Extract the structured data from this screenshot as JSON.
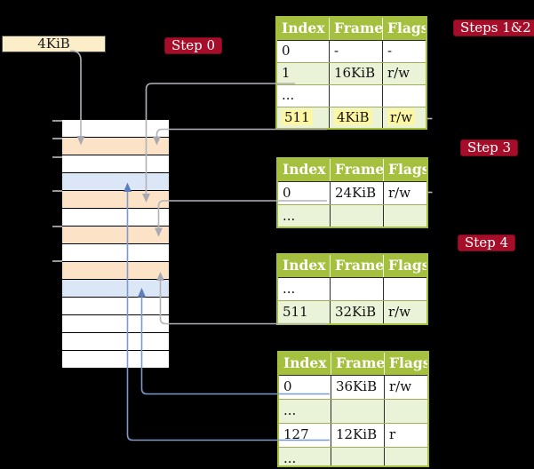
{
  "frame_box": {
    "label": "4KiB"
  },
  "badges": {
    "step0": "Step 0",
    "steps12": "Steps 1&2",
    "step3": "Step 3",
    "step4": "Step 4"
  },
  "table_headers": {
    "index": "Index",
    "frame": "Frame",
    "flags": "Flags"
  },
  "tables": {
    "t1": {
      "rows": [
        {
          "index": "0",
          "frame": "-",
          "flags": "-"
        },
        {
          "index": "1",
          "frame": "16KiB",
          "flags": "r/w"
        },
        {
          "index": "...",
          "frame": "",
          "flags": ""
        },
        {
          "index": "511",
          "frame": "4KiB",
          "flags": "r/w"
        }
      ],
      "highlighted_row": "511"
    },
    "t2": {
      "rows": [
        {
          "index": "0",
          "frame": "24KiB",
          "flags": "r/w"
        },
        {
          "index": "...",
          "frame": "",
          "flags": ""
        }
      ]
    },
    "t3": {
      "rows": [
        {
          "index": "...",
          "frame": "",
          "flags": ""
        },
        {
          "index": "511",
          "frame": "32KiB",
          "flags": "r/w"
        }
      ]
    },
    "t4": {
      "rows": [
        {
          "index": "0",
          "frame": "36KiB",
          "flags": "r/w"
        },
        {
          "index": "...",
          "frame": "",
          "flags": ""
        },
        {
          "index": "127",
          "frame": "12KiB",
          "flags": "r"
        },
        {
          "index": "...",
          "frame": "",
          "flags": ""
        }
      ]
    }
  },
  "memory": {
    "rows": [
      "plain",
      "peach",
      "plain",
      "blue",
      "peach",
      "plain",
      "peach",
      "plain",
      "peach",
      "blue",
      "plain",
      "plain",
      "plain",
      "plain"
    ]
  },
  "colors": {
    "background": "#000000",
    "badge_red": "#a60d28",
    "table_header_green": "#a5bf3e",
    "table_row_green": "#eaf2d8",
    "highlight_yellow": "#fdf6a2",
    "memory_peach": "#fce3c7",
    "memory_blue": "#dbe7f6",
    "frame_box_cream": "#fbeec9",
    "connector_gray": "#b2b2ba",
    "connector_blue": "#7e99c9"
  }
}
